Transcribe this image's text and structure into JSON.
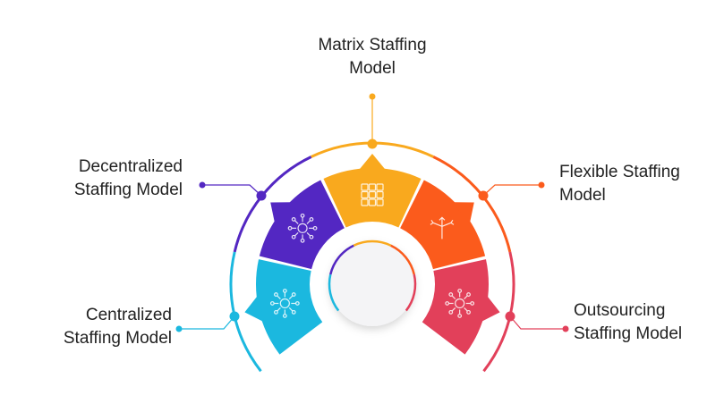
{
  "segments": [
    {
      "id": "centralized",
      "label_line1": "Centralized",
      "label_line2": "Staffing Model",
      "color": "#1BB8DF",
      "icon": "network-hub-icon"
    },
    {
      "id": "decentralized",
      "label_line1": "Decentralized",
      "label_line2": "Staffing Model",
      "color": "#5327C2",
      "icon": "cube-network-icon"
    },
    {
      "id": "matrix",
      "label_line1": "Matrix Staffing",
      "label_line2": "Model",
      "color": "#F9A91E",
      "icon": "grid-matrix-icon"
    },
    {
      "id": "flexible",
      "label_line1": "Flexible Staffing",
      "label_line2": "Model",
      "color": "#FB5B1C",
      "icon": "split-arrows-icon"
    },
    {
      "id": "outsourcing",
      "label_line1": "Outsourcing",
      "label_line2": "Staffing Model",
      "color": "#E2405A",
      "icon": "gear-network-icon"
    }
  ],
  "center_color": "#F4F4F6"
}
